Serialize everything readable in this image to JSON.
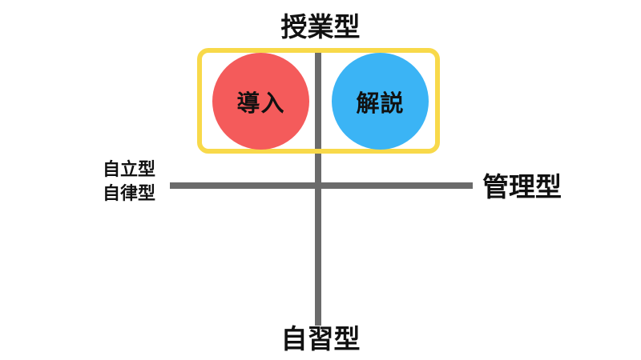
{
  "diagram": {
    "axis_top": "授業型",
    "axis_bottom": "自習型",
    "axis_right": "管理型",
    "axis_left_line1": "自立型",
    "axis_left_line2": "自律型",
    "circle_left_label": "導入",
    "circle_right_label": "解説"
  },
  "colors": {
    "axis": "#6b6b6b",
    "highlight_border": "#f8d94a",
    "circle_left": "#f45b5b",
    "circle_right": "#3bb4f5",
    "text": "#111111",
    "background": "#ffffff"
  }
}
